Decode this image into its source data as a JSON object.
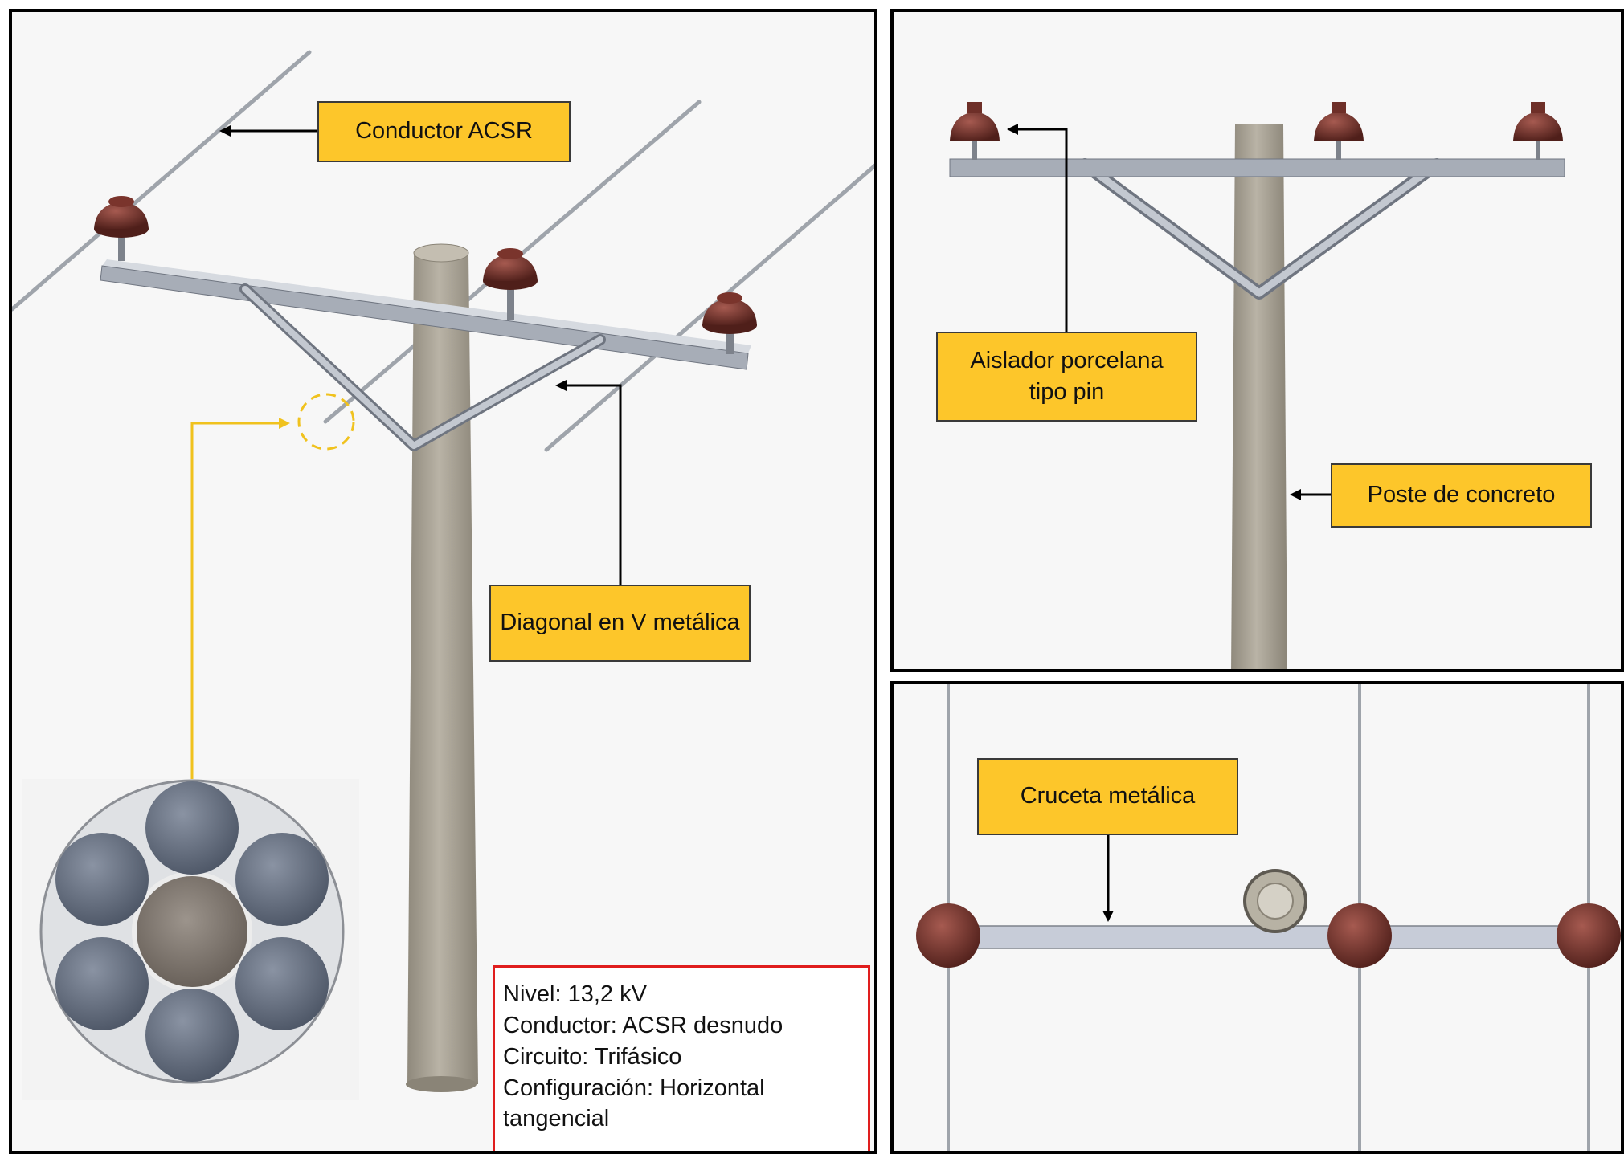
{
  "callouts": {
    "conductor": "Conductor ACSR",
    "diagonal": "Diagonal en V metálica",
    "insulator_line1": "Aislador porcelana",
    "insulator_line2": "tipo pin",
    "pole": "Poste de concreto",
    "crossarm": "Cruceta metálica"
  },
  "specs": {
    "level": "Nivel: 13,2 kV",
    "conductor": "Conductor: ACSR desnudo",
    "circuit": "Circuito: Trifásico",
    "config_line1": "Configuración: Horizontal",
    "config_line2": "tangencial"
  },
  "colors": {
    "callout_fill": "#fdc62a",
    "spec_border": "#e01e1e",
    "detail_circle": "#f0c21e",
    "concrete": "#aba597",
    "insulator": "#6e2f28",
    "steel": "#b9bfca"
  }
}
